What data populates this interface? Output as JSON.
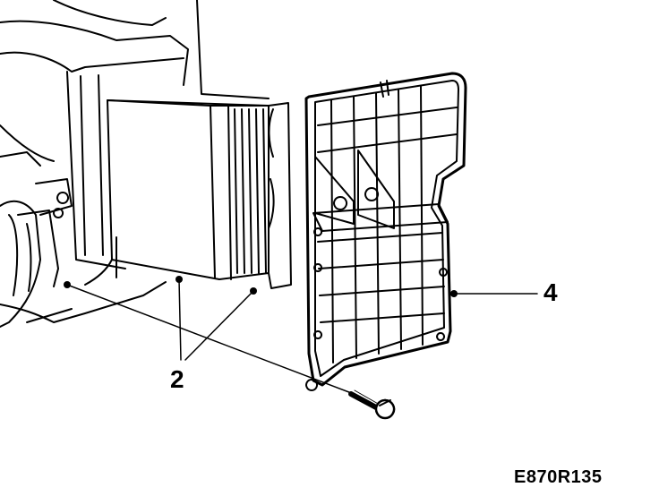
{
  "figure": {
    "callouts": [
      {
        "id": "2",
        "text": "2",
        "refers_to": "filter-element"
      },
      {
        "id": "4",
        "text": "4",
        "refers_to": "filter-cover-panel"
      }
    ],
    "reference_code": "E870R135",
    "colors": {
      "line": "#000000",
      "background": "#ffffff"
    }
  }
}
